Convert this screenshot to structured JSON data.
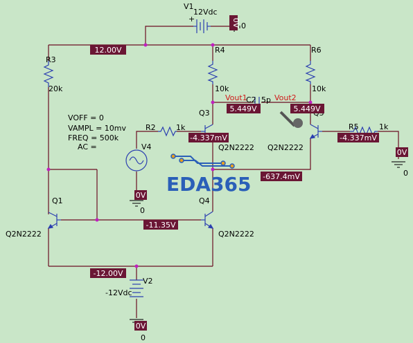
{
  "components": {
    "v1": {
      "ref": "V1",
      "value": "12Vdc"
    },
    "v2": {
      "ref": "V2",
      "value": "-12Vdc"
    },
    "v4": {
      "ref": "V4"
    },
    "r2": {
      "ref": "R2",
      "value": "1k"
    },
    "r3": {
      "ref": "R3",
      "value": "20k"
    },
    "r4": {
      "ref": "R4",
      "value": "10k"
    },
    "r5": {
      "ref": "R5",
      "value": "1k"
    },
    "r6": {
      "ref": "R6",
      "value": "10k"
    },
    "c2": {
      "ref": "C2",
      "value": "5p"
    },
    "q1": {
      "ref": "Q1",
      "model": "Q2N2222"
    },
    "q3": {
      "ref": "Q3",
      "model": "Q2N2222"
    },
    "q4": {
      "ref": "Q4",
      "model": "Q2N2222"
    },
    "q5": {
      "ref": "Q5",
      "model": "Q2N2222"
    }
  },
  "source_params": [
    "VOFF = 0",
    "VAMPL = 10mv",
    "FREQ = 500k",
    "AC ="
  ],
  "nets": {
    "vout1": "Vout1",
    "vout2": "Vout2"
  },
  "voltages": {
    "vcc": "12.00V",
    "vout1": "5.449V",
    "vout2": "5.449V",
    "q3_base": "-4.337mV",
    "q5_base": "-4.337mV",
    "emitter_node": "-637.4mV",
    "mirror_base": "-11.35V",
    "vee": "-12.00V",
    "gnd_v4": "0V",
    "gnd_r5": "0V",
    "gnd_v2": "0V",
    "gnd_v1": "0V"
  },
  "ground_labels": {
    "v1": "0",
    "v4": "0",
    "r5": "0",
    "v2": "0"
  },
  "watermark": "EDA365",
  "colors": {
    "background": "#c9e6c8",
    "wire": "#6b0d22",
    "component": "#2b3fb0",
    "tag": "#6a1634",
    "node": "#c020c0",
    "net_label": "#d01818"
  }
}
